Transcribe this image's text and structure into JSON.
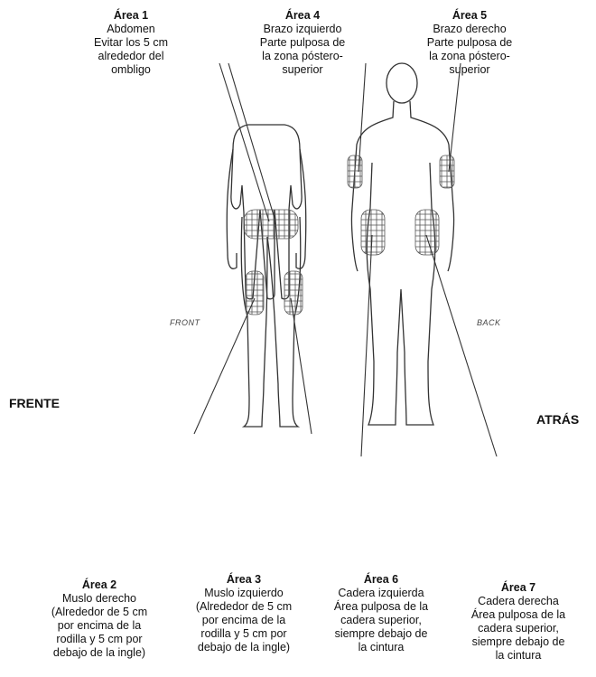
{
  "top_labels": [
    {
      "title": "Área 1",
      "lines": [
        "Abdomen",
        "Evitar los 5 cm",
        "alrededor del",
        "ombligo"
      ]
    },
    {
      "title": "Área 4",
      "lines": [
        "Brazo izquierdo",
        "Parte pulposa de",
        "la zona póstero-",
        "superior"
      ]
    },
    {
      "title": "Área 5",
      "lines": [
        "Brazo derecho",
        "Parte pulposa de",
        "la zona póstero-",
        "superior"
      ]
    }
  ],
  "bottom_labels": [
    {
      "title": "Área 2",
      "lines": [
        "Muslo derecho",
        "(Alrededor de 5 cm",
        "por encima de la",
        "rodilla y 5 cm por",
        "debajo de la ingle)"
      ]
    },
    {
      "title": "Área 3",
      "lines": [
        "Muslo izquierdo",
        "(Alrededor de 5 cm",
        "por encima de la",
        "rodilla y 5 cm por",
        "debajo de la ingle)"
      ]
    },
    {
      "title": "Área 6",
      "lines": [
        "Cadera izquierda",
        "Área pulposa  de la",
        "cadera superior,",
        "siempre debajo de",
        "la cintura"
      ]
    },
    {
      "title": "Área 7",
      "lines": [
        "Cadera derecha",
        "Área pulposa de la",
        "cadera superior,",
        "siempre debajo de",
        "la cintura"
      ]
    }
  ],
  "side_labels": {
    "front": "FRENTE",
    "back": "ATRÁS"
  },
  "figure_tags": {
    "front": "FRONT",
    "back": "BACK"
  },
  "colors": {
    "text": "#111111",
    "line": "#333333",
    "hatch": "#555555"
  }
}
